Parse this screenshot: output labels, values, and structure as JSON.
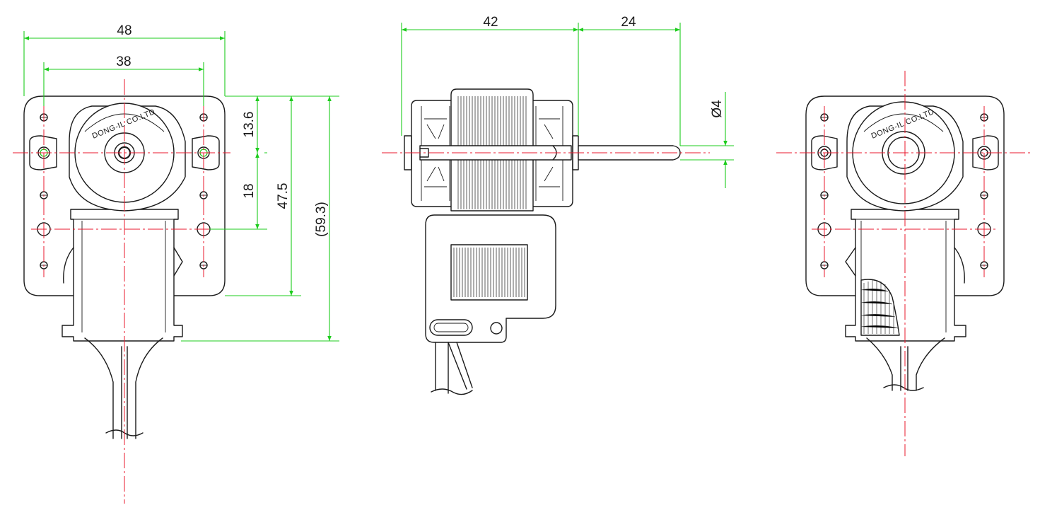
{
  "brand_label": "DONG-IL CO.LTD",
  "colors": {
    "outline": "#1a1a1a",
    "centerline": "#e8182c",
    "dimension": "#1ccc1c"
  },
  "front_view": {
    "dims": {
      "overall_width": "48",
      "hole_spacing": "38",
      "top_to_shaft": "13.6",
      "shaft_to_hole": "18",
      "plate_height": "47.5",
      "overall_height": "(59.3)"
    }
  },
  "side_view": {
    "dims": {
      "body_length": "42",
      "shaft_length": "24",
      "shaft_diameter": "Ø4"
    }
  },
  "rear_view": {}
}
